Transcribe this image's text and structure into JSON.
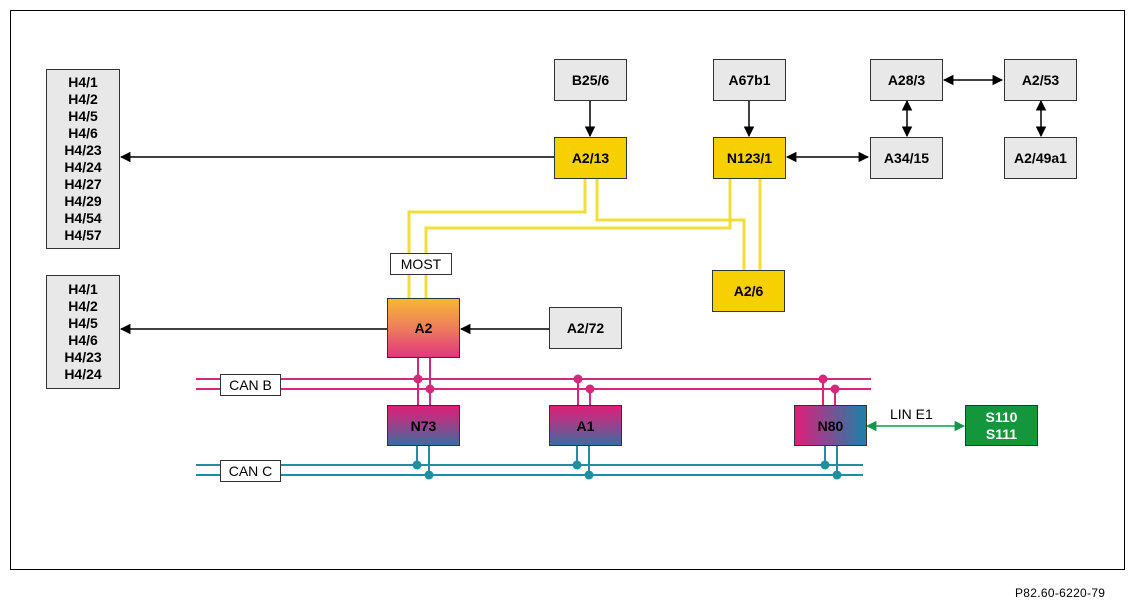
{
  "colors": {
    "most_bus": "#f2dd3a",
    "can_b": "#d6287a",
    "can_c": "#1f8f9f",
    "lin": "#13964a",
    "arrow": "#000000"
  },
  "output_lists": {
    "upper": [
      "H4/1",
      "H4/2",
      "H4/5",
      "H4/6",
      "H4/23",
      "H4/24",
      "H4/27",
      "H4/29",
      "H4/54",
      "H4/57"
    ],
    "lower": [
      "H4/1",
      "H4/2",
      "H4/5",
      "H4/6",
      "H4/23",
      "H4/24"
    ]
  },
  "components": {
    "b25_6": "B25/6",
    "a67b1": "A67b1",
    "a28_3": "A28/3",
    "a2_53": "A2/53",
    "a2_13": "A2/13",
    "n123_1": "N123/1",
    "a34_15": "A34/15",
    "a2_49a1": "A2/49a1",
    "a2_6": "A2/6",
    "a2": "A2",
    "a2_72": "A2/72",
    "n73": "N73",
    "a1": "A1",
    "n80": "N80",
    "s110": "S110",
    "s111": "S111"
  },
  "bus_labels": {
    "most": "MOST",
    "can_b": "CAN B",
    "can_c": "CAN C",
    "lin": "LIN E1"
  },
  "figure_ref": "P82.60-6220-79"
}
